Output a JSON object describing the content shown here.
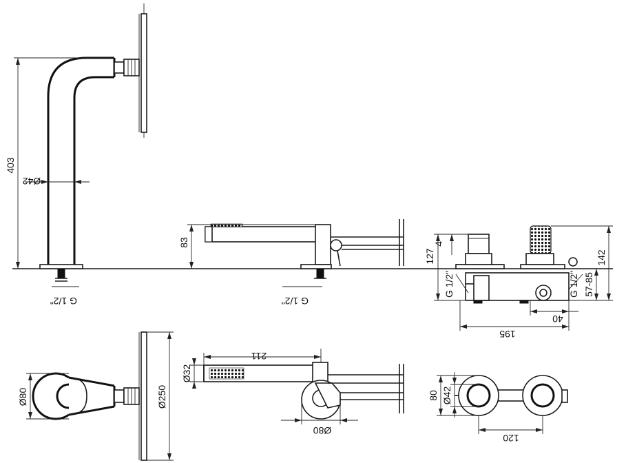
{
  "dimensions": {
    "tower_height": "403",
    "tower_diameter": "Ø42",
    "tower_thread": "G 1/2\"",
    "spout_height": "83",
    "spout_thread": "G 1/2\"",
    "mixer_height": "127",
    "mixer_cap": "4",
    "mixer_total": "142",
    "mixer_depth": "57-85",
    "mixer_left_thread": "G 1/2\"",
    "mixer_right_thread": "G 1/2\"",
    "mixer_offset": "40",
    "mixer_width": "195",
    "top_tower_diameter": "Ø80",
    "head_diameter": "Ø250",
    "handshower_length": "211",
    "handshower_diameter": "Ø32",
    "holder_diameter": "Ø80",
    "rosette_outer": "80",
    "rosette_inner": "Ø42",
    "rosette_spacing": "120"
  }
}
